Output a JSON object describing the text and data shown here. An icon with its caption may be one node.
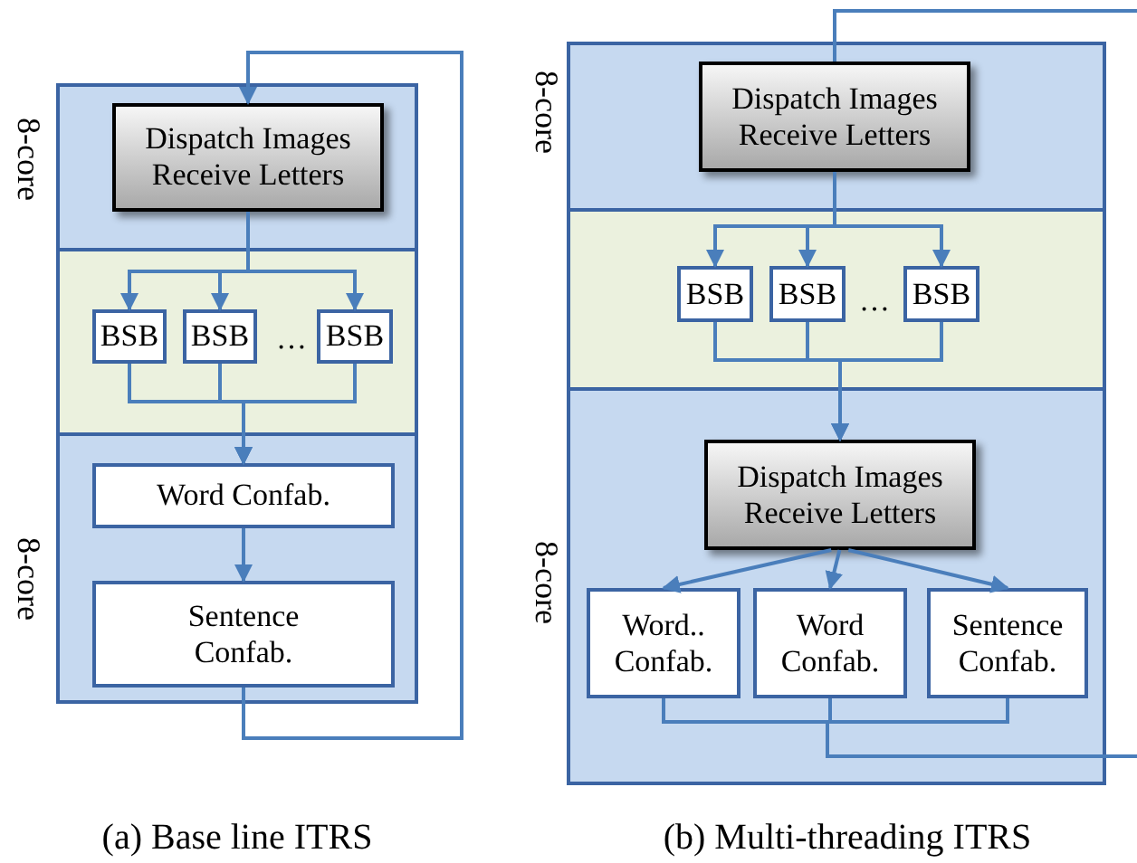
{
  "diagram": {
    "nodes": [
      {
        "text": [],
        "shape": "box"
      },
      {
        "text": [
          "Dispatch Images",
          "Receive Letters"
        ],
        "in": 0
      },
      {
        "text": [],
        "shape": "box"
      },
      {
        "text": [
          "BSB"
        ],
        "in": 2
      },
      {
        "text": [
          "BSB"
        ],
        "in": 2
      },
      {
        "text": [
          "BSB"
        ],
        "in": 2
      },
      {
        "text": [],
        "shape": "box"
      },
      {
        "text": [
          "Word Confab."
        ],
        "in": 6
      },
      {
        "text": [
          "Sentence Confab."
        ],
        "in": 6
      },
      {
        "text": [],
        "shape": "box"
      },
      {
        "text": [
          "Dispatch Images",
          "Receive Letters"
        ],
        "in": 9
      },
      {
        "text": [],
        "shape": "box"
      },
      {
        "text": [
          "BSB"
        ],
        "in": 11
      },
      {
        "text": [
          "BSB"
        ],
        "in": 11
      },
      {
        "text": [
          "BSB"
        ],
        "in": 11
      },
      {
        "text": [],
        "shape": "box"
      },
      {
        "text": [
          "Dispatch Images",
          "Receive Letters"
        ],
        "in": 15
      },
      {
        "text": [
          "Word.. Confab."
        ],
        "in": 15
      },
      {
        "text": [
          "Word Confab."
        ],
        "in": 15
      },
      {
        "text": [
          "Sentence Confab."
        ],
        "in": 15
      }
    ],
    "edges": [
      {
        "from": 1,
        "to": 3,
        "arrow": "to"
      },
      {
        "from": 1,
        "to": 4,
        "arrow": "to"
      },
      {
        "from": 1,
        "to": 5,
        "arrow": "to"
      },
      {
        "from": 3,
        "to": 7,
        "arrow": "to"
      },
      {
        "from": 4,
        "to": 7,
        "arrow": "to"
      },
      {
        "from": 5,
        "to": 7,
        "arrow": "to"
      },
      {
        "from": 7,
        "to": 8,
        "arrow": "to"
      },
      {
        "from": 8,
        "to": 1,
        "arrow": "to"
      },
      {
        "from": 10,
        "to": 12,
        "arrow": "to"
      },
      {
        "from": 10,
        "to": 13,
        "arrow": "to"
      },
      {
        "from": 10,
        "to": 14,
        "arrow": "to"
      },
      {
        "from": 12,
        "to": 16,
        "arrow": "to"
      },
      {
        "from": 13,
        "to": 16,
        "arrow": "to"
      },
      {
        "from": 14,
        "to": 16,
        "arrow": "to"
      },
      {
        "from": 16,
        "to": 17,
        "arrow": "to"
      },
      {
        "from": 16,
        "to": 18,
        "arrow": "to"
      },
      {
        "from": 16,
        "to": 19,
        "arrow": "to"
      },
      {
        "from": 17,
        "to": null,
        "arrow": "none"
      },
      {
        "from": 18,
        "to": null,
        "arrow": "none"
      },
      {
        "from": 19,
        "to": null,
        "arrow": "none"
      },
      {
        "from": null,
        "to": 10,
        "arrow": "none"
      }
    ],
    "labels": [
      "8-core",
      "…",
      "8-core",
      "8-core",
      "…",
      "8-core",
      "(a) Base line ITRS",
      "(b) Multi-threading ITRS"
    ]
  }
}
